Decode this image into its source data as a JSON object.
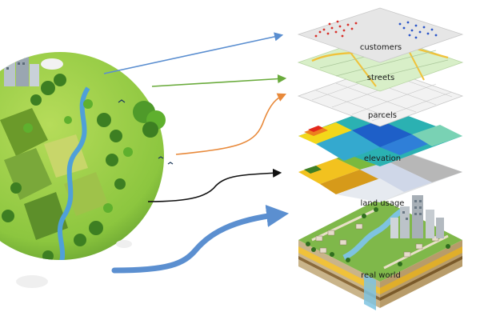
{
  "layers": [
    {
      "key": "customers",
      "label": "customers"
    },
    {
      "key": "streets",
      "label": "streets"
    },
    {
      "key": "parcels",
      "label": "parcels"
    },
    {
      "key": "elevation",
      "label": "elevation"
    },
    {
      "key": "land_usage",
      "label": "land usage"
    },
    {
      "key": "real_world",
      "label": "real world"
    }
  ],
  "arrows": [
    {
      "target": "customers",
      "color": "#5a8ed0",
      "style": "thin"
    },
    {
      "target": "streets",
      "color": "#6aab3c",
      "style": "thin"
    },
    {
      "target": "parcels",
      "color": "#e8893a",
      "style": "thin"
    },
    {
      "target": "elevation",
      "color": "#111111",
      "style": "thin"
    },
    {
      "target": "land_usage",
      "color": "#5b8fd0",
      "style": "thick"
    }
  ],
  "colors": {
    "earth_grass": "#8cc63f",
    "earth_dark": "#5f9b2d",
    "water": "#4fa0d8",
    "layer_grey": "#e6e6e6",
    "layer_green": "#d8efc8",
    "elevation_blue": "#1e5fc8",
    "elevation_teal": "#31b3b0",
    "elevation_yellow": "#f4d21c",
    "elevation_red": "#e83020",
    "soil_yellow": "#f0c23a",
    "soil_brown": "#b8863c"
  },
  "icons": [
    "earth-globe",
    "layer-stack",
    "city-block-diagram"
  ]
}
